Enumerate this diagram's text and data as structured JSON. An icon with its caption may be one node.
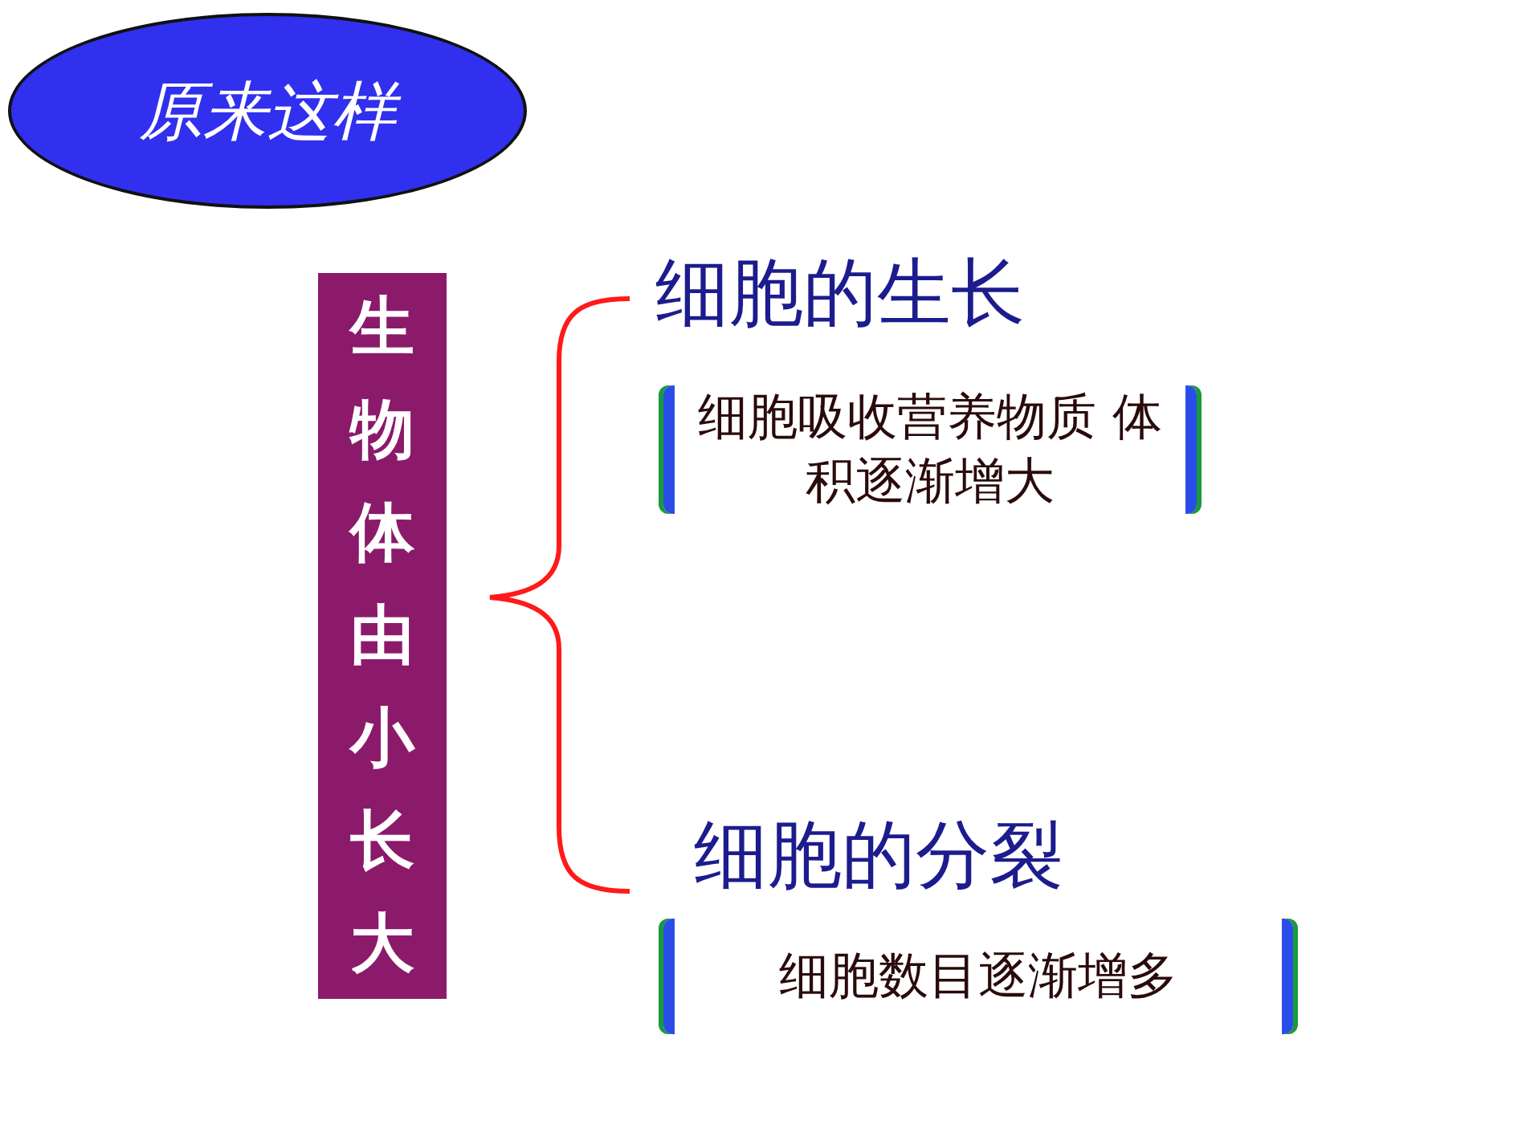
{
  "diagram": {
    "nodes": [
      {
        "text": [
          "原来这样"
        ]
      },
      {
        "text": [
          "生物体由小长大"
        ]
      },
      {
        "text": [
          "细胞吸收营养物质 体积逐渐增大"
        ]
      },
      {
        "text": [
          "细胞数目逐渐增多"
        ]
      }
    ],
    "labels": [
      "细胞的生长",
      "细胞的分裂"
    ]
  }
}
